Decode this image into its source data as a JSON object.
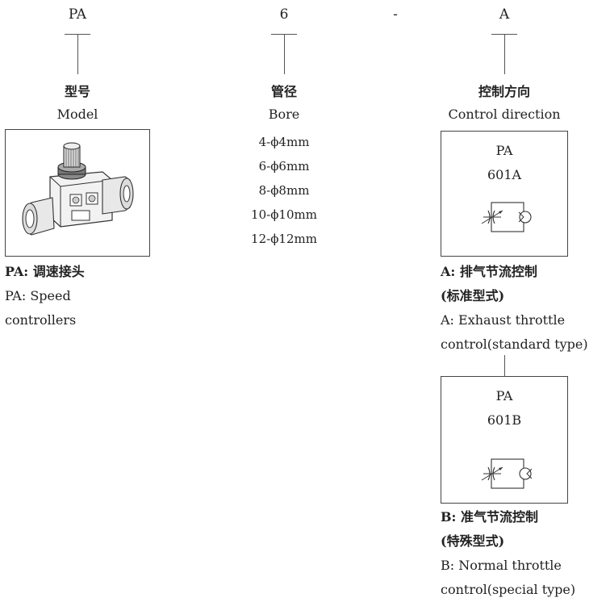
{
  "code": {
    "model": "PA",
    "bore": "6",
    "dash": "-",
    "direction": "A"
  },
  "model": {
    "title_cn": "型号",
    "title_en": "Model",
    "desc_line1": "PA: 调速接头",
    "desc_line2": "PA: Speed",
    "desc_line3": "controllers"
  },
  "bore": {
    "title_cn": "管径",
    "title_en": "Bore",
    "options": [
      "4-ϕ4mm",
      "6-ϕ6mm",
      "8-ϕ8mm",
      "10-ϕ10mm",
      "12-ϕ12mm"
    ]
  },
  "direction": {
    "title_cn": "控制方向",
    "title_en": "Control direction",
    "option_a": {
      "code_line1": "PA",
      "code_line2": "601A",
      "desc_cn_1": "A: 排气节流控制",
      "desc_cn_2": "(标准型式)",
      "desc_en_1": "A: Exhaust throttle",
      "desc_en_2": "control(standard type)"
    },
    "option_b": {
      "code_line1": "PA",
      "code_line2": "601B",
      "desc_cn_1": "B: 准气节流控制",
      "desc_cn_2": "(特殊型式)",
      "desc_en_1": "B: Normal throttle",
      "desc_en_2": "control(special type)"
    }
  }
}
